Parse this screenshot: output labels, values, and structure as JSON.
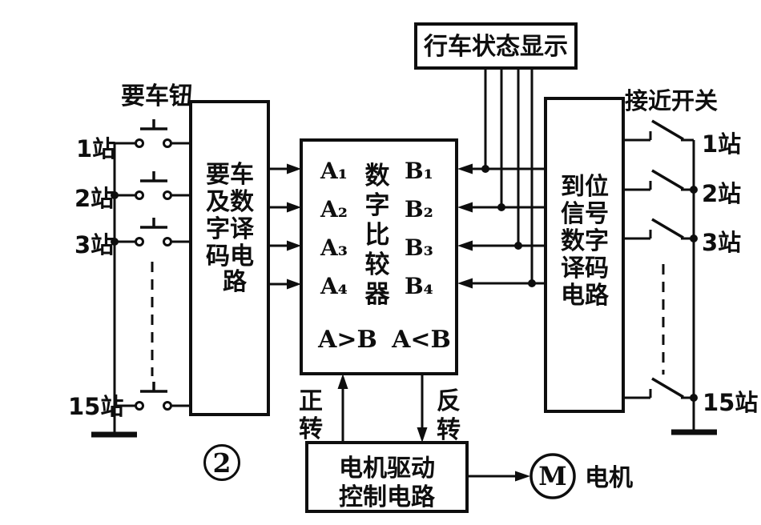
{
  "figure": {
    "number": "2",
    "display_box_label": "行车状态显示",
    "call_button_group_label": "要车钮",
    "proximity_switch_group_label": "接近开关",
    "left_stations": [
      "1站",
      "2站",
      "3站",
      "15站"
    ],
    "right_stations": [
      "1站",
      "2站",
      "3站",
      "15站"
    ],
    "call_decoder_rows": [
      "要车",
      "及数",
      "字译",
      "码电",
      "路"
    ],
    "call_decoder_full_name": "要车及数字译码电路",
    "arrival_decoder_rows": [
      "到位",
      "信号",
      "数字",
      "译码",
      "电路"
    ],
    "arrival_decoder_full_name": "到位信号数字译码电路",
    "comparator": {
      "name": "数字比较器",
      "a_inputs": [
        "A₁",
        "A₂",
        "A₃",
        "A₄"
      ],
      "b_inputs": [
        "B₁",
        "B₂",
        "B₃",
        "B₄"
      ],
      "gt_output": "A>B",
      "lt_output": "A<B"
    },
    "forward_label": "正转",
    "reverse_label": "反转",
    "motor_drive_lines": [
      "电机驱动",
      "控制电路"
    ],
    "motor_symbol": "M",
    "motor_label": "电机",
    "line_color": "#0e0e0e"
  }
}
